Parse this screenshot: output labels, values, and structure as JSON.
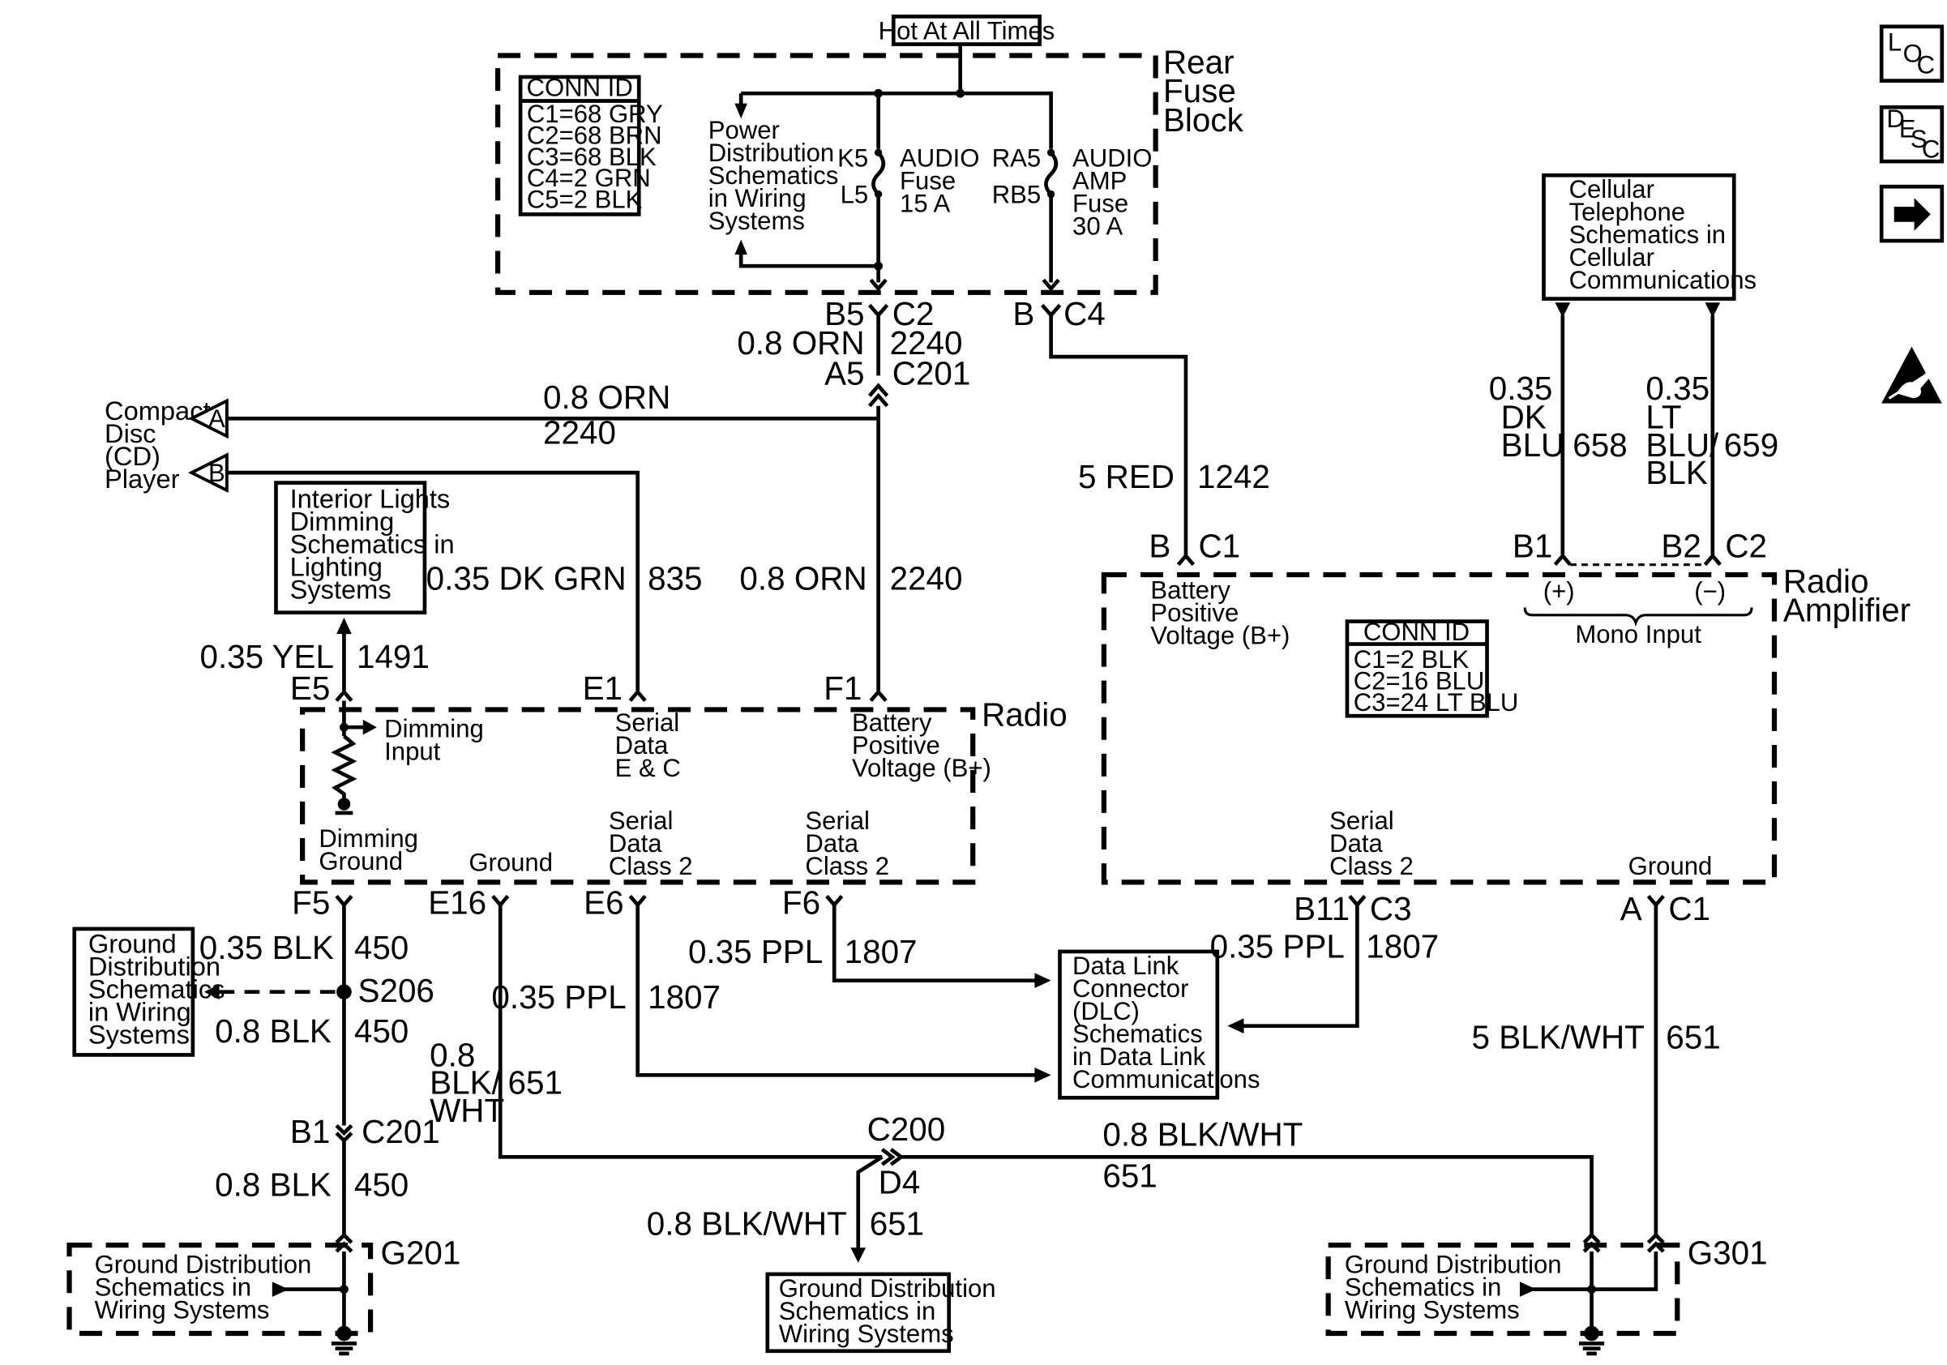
{
  "hot_at_all_times": "Hot At All Times",
  "rear_fuse_block": {
    "title_lines": [
      "Rear",
      "Fuse",
      "Block"
    ],
    "conn_id_title": "CONN ID",
    "conn_ids": [
      "C1=68 GRY",
      "C2=68 BRN",
      "C3=68 BLK",
      "C4=2 GRN",
      "C5=2 BLK"
    ],
    "power_dist_lines": [
      "Power",
      "Distribution",
      "Schematics",
      "in Wiring",
      "Systems"
    ],
    "audio_fuse": {
      "k_label": "K5",
      "l_label": "L5",
      "lines": [
        "AUDIO",
        "Fuse",
        "15 A"
      ]
    },
    "audio_amp_fuse": {
      "k_label": "RA5",
      "l_label": "RB5",
      "lines": [
        "AUDIO",
        "AMP",
        "Fuse",
        "30 A"
      ]
    }
  },
  "connectors": {
    "b5": "B5",
    "c2": "C2",
    "a5": "A5",
    "c201": "C201",
    "b": "B",
    "c4": "C4",
    "b_amp": "B",
    "c1_amp": "C1",
    "b1_amp": "B1",
    "b2_amp": "B2",
    "c2_amp": "C2",
    "e5": "E5",
    "e1": "E1",
    "f1": "F1",
    "f5": "F5",
    "e16": "E16",
    "e6": "E6",
    "f6": "F6",
    "b11": "B11",
    "c3": "C3",
    "a_amp": "A",
    "c1_gnd": "C1",
    "s206": "S206",
    "b1_c201": "B1",
    "c201_lower": "C201",
    "c200": "C200",
    "d4": "D4",
    "g201": "G201",
    "g301": "G301"
  },
  "wires": {
    "w_08orn_top": "0.8 ORN",
    "w_2240_top": "2240",
    "w_08orn_cd": "0.8 ORN",
    "w_2240_cd": "2240",
    "w_08orn_mid": "0.8 ORN",
    "w_2240_mid": "2240",
    "w_035dkgrn": "0.35 DK GRN",
    "w_835": "835",
    "w_035yel": "0.35 YEL",
    "w_1491": "1491",
    "w_5red": "5 RED",
    "w_1242": "1242",
    "w_035dkblu": [
      "0.35",
      "DK",
      "BLU"
    ],
    "w_658": "658",
    "w_035ltblu": [
      "0.35",
      "LT",
      "BLU/",
      "BLK"
    ],
    "w_659": "659",
    "w_035blk": "0.35 BLK",
    "w_450a": "450",
    "w_08blk_a": "0.8 BLK",
    "w_450b": "450",
    "w_08blk_b": "0.8 BLK",
    "w_450c": "450",
    "w_08blkwht_left": [
      "0.8",
      "BLK/",
      "WHT"
    ],
    "w_651_left": "651",
    "w_035ppl_e6": "0.35 PPL",
    "w_1807_e6": "1807",
    "w_035ppl_f6": "0.35 PPL",
    "w_1807_f6": "1807",
    "w_035ppl_b11": "0.35 PPL",
    "w_1807_b11": "1807",
    "w_5blkwht": "5 BLK/WHT",
    "w_651_right": "651",
    "w_08blkwht_c200": "0.8 BLK/WHT",
    "w_651_c200": "651",
    "w_08blkwht_d4": "0.8 BLK/WHT",
    "w_651_d4": "651"
  },
  "cd_player": {
    "lines": [
      "Compact",
      "Disc",
      "(CD)",
      "Player"
    ],
    "flag_a": "A",
    "flag_b": "B"
  },
  "interior_lights_box": [
    "Interior Lights",
    "Dimming",
    "Schematics in",
    "Lighting",
    "Systems"
  ],
  "radio": {
    "title": "Radio",
    "dimming_input": [
      "Dimming",
      "Input"
    ],
    "serial_data_ec": [
      "Serial",
      "Data",
      "E & C"
    ],
    "battery_voltage": [
      "Battery",
      "Positive",
      "Voltage (B+)"
    ],
    "dimming_ground": [
      "Dimming",
      "Ground"
    ],
    "ground": "Ground",
    "serial_class2_a": [
      "Serial",
      "Data",
      "Class 2"
    ],
    "serial_class2_b": [
      "Serial",
      "Data",
      "Class 2"
    ]
  },
  "radio_amplifier": {
    "title_lines": [
      "Radio",
      "Amplifier"
    ],
    "battery_voltage": [
      "Battery",
      "Positive",
      "Voltage (B+)"
    ],
    "conn_id_title": "CONN ID",
    "conn_ids": [
      "C1=2 BLK",
      "C2=16 BLU",
      "C3=24 LT BLU"
    ],
    "plus": "(+)",
    "minus": "(−)",
    "mono_input": "Mono Input",
    "serial_class2": [
      "Serial",
      "Data",
      "Class 2"
    ],
    "ground": "Ground"
  },
  "cellular_box": [
    "Cellular",
    "Telephone",
    "Schematics in",
    "Cellular",
    "Communications"
  ],
  "ground_dist_left": [
    "Ground",
    "Distribution",
    "Schematics",
    "in Wiring",
    "Systems"
  ],
  "dlc_box": [
    "Data Link",
    "Connector",
    "(DLC)",
    "Schematics",
    "in Data Link",
    "Communications"
  ],
  "g201_box": [
    "Ground Distribution",
    "Schematics in",
    "Wiring Systems"
  ],
  "center_ground_box": [
    "Ground Distribution",
    "Schematics in",
    "Wiring Systems"
  ],
  "g301_box": [
    "Ground Distribution",
    "Schematics in",
    "Wiring Systems"
  ],
  "side_icons": {
    "loc": [
      "L",
      "O",
      "C"
    ],
    "desc": [
      "D",
      "E",
      "S",
      "C"
    ]
  }
}
